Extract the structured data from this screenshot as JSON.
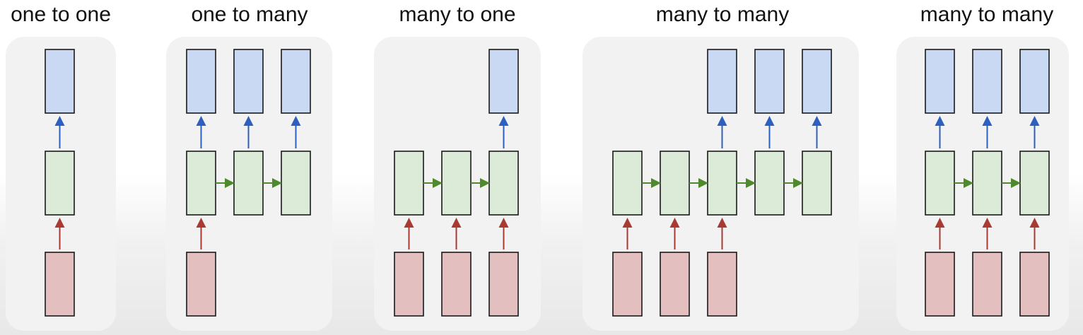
{
  "diagram": {
    "colors": {
      "panel": "#f2f2f2",
      "input_cell": "#e3bfbf",
      "hidden_cell": "#dcebd8",
      "output_cell": "#c9d9f4",
      "input_arrow": "#a83a32",
      "recurrent_arrow": "#4e8a2c",
      "output_arrow": "#2d5fbf"
    },
    "panels": [
      {
        "id": "one-to-one",
        "title": "one to one",
        "hidden_steps": 1,
        "input_steps": [
          0
        ],
        "output_steps": [
          0
        ]
      },
      {
        "id": "one-to-many",
        "title": "one to many",
        "hidden_steps": 3,
        "input_steps": [
          0
        ],
        "output_steps": [
          0,
          1,
          2
        ]
      },
      {
        "id": "many-to-one",
        "title": "many to one",
        "hidden_steps": 3,
        "input_steps": [
          0,
          1,
          2
        ],
        "output_steps": [
          2
        ]
      },
      {
        "id": "many-to-many-delayed",
        "title": "many to many",
        "hidden_steps": 5,
        "input_steps": [
          0,
          1,
          2
        ],
        "output_steps": [
          2,
          3,
          4
        ]
      },
      {
        "id": "many-to-many-synced",
        "title": "many to many",
        "hidden_steps": 3,
        "input_steps": [
          0,
          1,
          2
        ],
        "output_steps": [
          0,
          1,
          2
        ]
      }
    ]
  }
}
